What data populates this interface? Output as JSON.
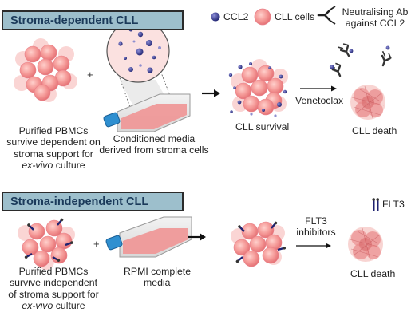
{
  "panels": {
    "top": {
      "title": "Stroma-dependent CLL",
      "caption_pbmc": [
        "Purified PBMCs",
        "survive dependent on",
        "stroma support for"
      ],
      "caption_pbmc_italic": "ex-vivo",
      "caption_pbmc_tail": "culture",
      "caption_media": [
        "Conditioned media",
        "derived from stroma cells"
      ],
      "label_survival": "CLL survival",
      "label_drug": "Venetoclax",
      "label_death": "CLL death",
      "plus": "+"
    },
    "bottom": {
      "title": "Stroma-independent CLL",
      "caption_pbmc": [
        "Purified PBMCs",
        "survive independent",
        "of stroma support for"
      ],
      "caption_pbmc_italic": "ex-vivo",
      "caption_pbmc_tail": "culture",
      "caption_media": [
        "RPMI complete",
        "media"
      ],
      "label_drug": [
        "FLT3",
        "inhibitors"
      ],
      "label_death": "CLL death",
      "plus": "+"
    }
  },
  "legend": {
    "ccl2": "CCL2",
    "cll_cells": "CLL cells",
    "antibody": [
      "Neutralising Ab",
      "against CCL2"
    ],
    "flt3": "FLT3"
  },
  "colors": {
    "header_fill": "#9dbfcc",
    "header_text": "#1b3a5a",
    "cell_fill": "#f08a8a",
    "ccl2": "#2b2f86",
    "flask_cap": "#2f8fd0"
  }
}
